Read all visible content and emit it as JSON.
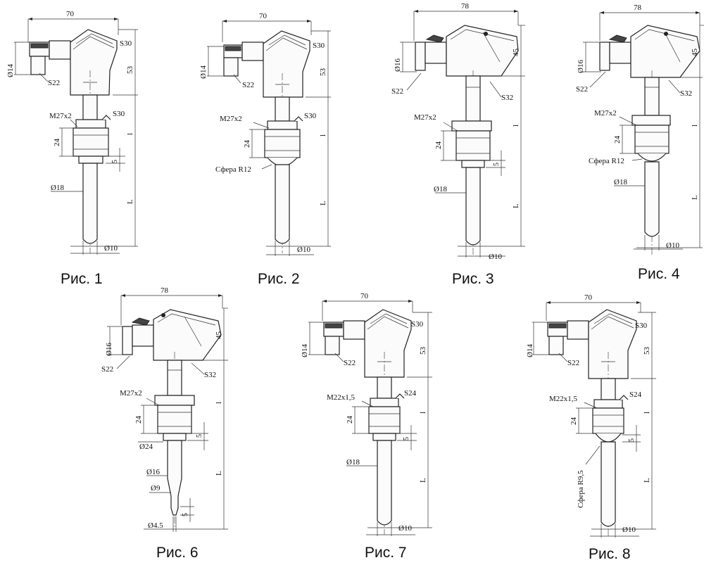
{
  "figures": [
    {
      "caption": "Рис. 1",
      "labels": {
        "width": "70",
        "cable_dia": "Ø14",
        "cable_nut": "S22",
        "head_nut": "S30",
        "head_height": "53",
        "thread": "M27x2",
        "fitting_nut": "S30",
        "fitting_height": "24",
        "gap": "5",
        "sleeve_dia": "Ø18",
        "immersion_length": "L",
        "fitting_length": "l",
        "tip_dia": "Ø10"
      }
    },
    {
      "caption": "Рис. 2",
      "labels": {
        "width": "70",
        "cable_dia": "Ø14",
        "cable_nut": "S22",
        "head_nut": "S30",
        "head_height": "53",
        "thread": "M27x2",
        "fitting_nut": "S30",
        "fitting_height": "24",
        "sphere": "Сфера R12",
        "immersion_length": "L",
        "fitting_length": "l",
        "tip_dia": "Ø10"
      }
    },
    {
      "caption": "Рис. 3",
      "labels": {
        "width": "78",
        "cable_dia": "Ø16",
        "cable_nut": "S22",
        "head_nut": "S32",
        "head_height": "45",
        "thread": "M27x2",
        "fitting_height": "24",
        "gap": "5",
        "sleeve_dia": "Ø18",
        "immersion_length": "L",
        "fitting_length": "l",
        "tip_dia": "Ø10"
      }
    },
    {
      "caption": "Рис. 4",
      "labels": {
        "width": "78",
        "cable_dia": "Ø16",
        "cable_nut": "S22",
        "head_nut": "S32",
        "head_height": "45",
        "thread": "M27x2",
        "fitting_height": "24",
        "sphere": "Сфера R12",
        "sleeve_dia": "Ø18",
        "immersion_length": "L",
        "fitting_length": "l",
        "tip_dia": "Ø10"
      }
    },
    {
      "caption": "Рис. 6",
      "labels": {
        "width": "78",
        "cable_dia": "Ø16",
        "cable_nut": "S22",
        "head_nut": "S32",
        "head_height": "45",
        "thread": "M27x2",
        "fitting_height": "24",
        "gap": "5",
        "collar_dia": "Ø24",
        "sleeve_dia": "Ø16",
        "neck_dia": "Ø9",
        "tip_gap": "5",
        "immersion_length": "L",
        "fitting_length": "l",
        "tip_dia": "Ø4.5"
      }
    },
    {
      "caption": "Рис. 7",
      "labels": {
        "width": "70",
        "cable_dia": "Ø14",
        "cable_nut": "S22",
        "head_nut": "S30",
        "head_height": "53",
        "thread": "M22x1,5",
        "fitting_nut": "S24",
        "fitting_height": "24",
        "gap": "5",
        "sleeve_dia": "Ø18",
        "immersion_length": "L",
        "fitting_length": "l",
        "tip_dia": "Ø10"
      }
    },
    {
      "caption": "Рис. 8",
      "labels": {
        "width": "70",
        "cable_dia": "Ø14",
        "cable_nut": "S22",
        "head_nut": "S30",
        "head_height": "53",
        "thread": "M22x1,5",
        "fitting_nut": "S24",
        "fitting_height": "24",
        "gap": "5",
        "sphere": "Сфера R9,5",
        "immersion_length": "L",
        "fitting_length": "l",
        "tip_dia": "Ø10"
      }
    }
  ]
}
